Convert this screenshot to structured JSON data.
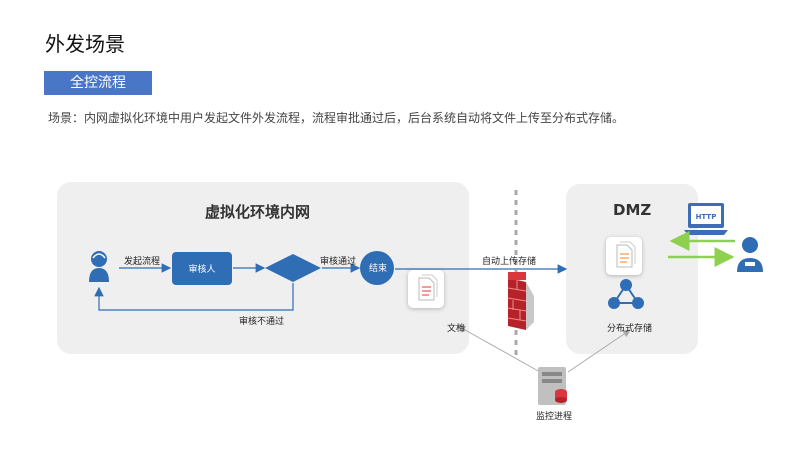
{
  "page": {
    "title": "外发场景",
    "tag": "全控流程",
    "description": "场景：内网虚拟化环境中用户发起文件外发流程，流程审批通过后，后台系统自动将文件上传至分布式存储。"
  },
  "diagram": {
    "vm_zone_title": "虚拟化环境内网",
    "dmz_title": "DMZ",
    "edge_initiate": "发起流程",
    "node_review": "审核人",
    "edge_approved": "审核通过",
    "node_end": "结束",
    "edge_rejected": "审核不通过",
    "edge_auto_upload": "自动上传存储",
    "doc_label": "文档",
    "storage_label": "分布式存储",
    "monitor_label": "监控进程",
    "http_label": "HTTP"
  },
  "colors": {
    "accent": "#4a76c8",
    "node_blue": "#2f6db5",
    "arrow_green": "#8fd14f",
    "firewall_red": "#d9363e",
    "panel_gray": "#efefef"
  }
}
